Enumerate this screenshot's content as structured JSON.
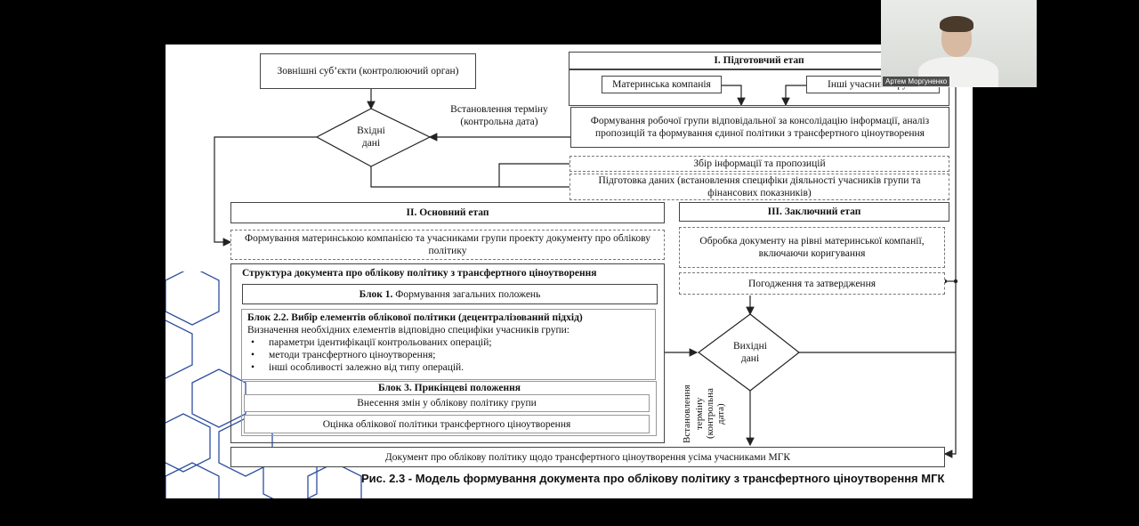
{
  "diagram": {
    "external": "Зовнішні суб’єкти (контролюючий орган)",
    "input_decision": "Вхідні дані",
    "term_label_top": "Встановлення терміну (контрольна дата)",
    "stage1": {
      "title": "І. Підготовчий етап",
      "parent": "Материнська компанія",
      "others": "Інші учасники групи",
      "workgroup": "Формування робочої групи відповідальної за консолідацію інформації, аналіз пропозицій та формування єдиної політики з трансфертного ціноутворення",
      "collect": "Збір інформації та пропозицій",
      "prepare": "Підготовка даних (встановлення специфіки діяльності учасників групи та фінансових показників)"
    },
    "stage2": {
      "title": "ІІ. Основний етап",
      "draft": "Формування материнською компанією та учасниками групи проекту документу про облікову політику",
      "structure_title": "Структура документа про облікову політику з трансфертного ціноутворення",
      "block1_strong": "Блок 1.",
      "block1_text": "Формування загальних положень",
      "block22_title": "Блок 2.2. Вибір елементів облікової політики (децентралізований підхід)",
      "block22_intro": "Визначення необхідних елементів відповідно специфіки учасників групи:",
      "block22_items": [
        "параметри ідентифікації контрольованих операцій;",
        "методи трансфертного ціноутворення;",
        "інші особливості залежно від типу операцій."
      ],
      "block3_title": "Блок 3. Прикінцеві положення",
      "block3_changes": "Внесення змін у облікову політику групи",
      "block3_eval": "Оцінка облікової політики трансфертного ціноутворення"
    },
    "stage3": {
      "title": "ІІІ. Заключний етап",
      "processing": "Обробка документу на рівні материнської компанії, включаючи коригування",
      "approval": "Погодження та затвердження"
    },
    "output_decision": "Вихідні дані",
    "term_label_side_1": "Встановлення",
    "term_label_side_2": "терміну",
    "term_label_side_3": "(контрольна",
    "term_label_side_4": "дата)",
    "final_doc": "Документ про облікову політику щодо трансфертного ціноутворення усіма учасниками МГК",
    "caption": "Рис. 2.3 - Модель формування документа про облікову політику з трансфертного ціноутворення МГК"
  },
  "video": {
    "participant_name": "Артем Моргуненко"
  },
  "colors": {
    "background": "#000000",
    "slide": "#ffffff",
    "hex_pattern": "#2f4fa0"
  }
}
